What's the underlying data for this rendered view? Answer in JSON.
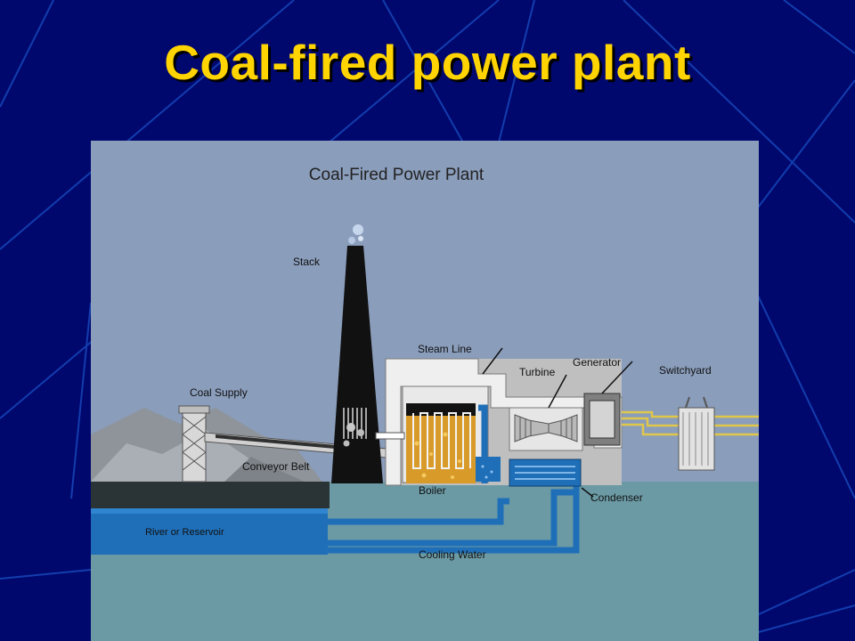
{
  "slide": {
    "title": "Coal-fired power plant"
  },
  "diagram": {
    "title": "Coal-Fired Power Plant",
    "labels": {
      "stack": "Stack",
      "steam_line": "Steam Line",
      "turbine": "Turbine",
      "generator": "Generator",
      "switchyard": "Switchyard",
      "coal_supply": "Coal Supply",
      "conveyor_belt": "Conveyor Belt",
      "boiler": "Boiler",
      "condenser": "Condenser",
      "river": "River or Reservoir",
      "cooling_water": "Cooling Water"
    }
  },
  "colors": {
    "slide_background": "#00086e",
    "title_text": "#ffd400",
    "sky": "#8a9dbb",
    "ground": "#6b9aa5",
    "water": "#1f6fb8",
    "stack": "#101010",
    "building": "#e6e6e6",
    "fire": "#d89a28",
    "power_lines": "#e0c74a"
  }
}
